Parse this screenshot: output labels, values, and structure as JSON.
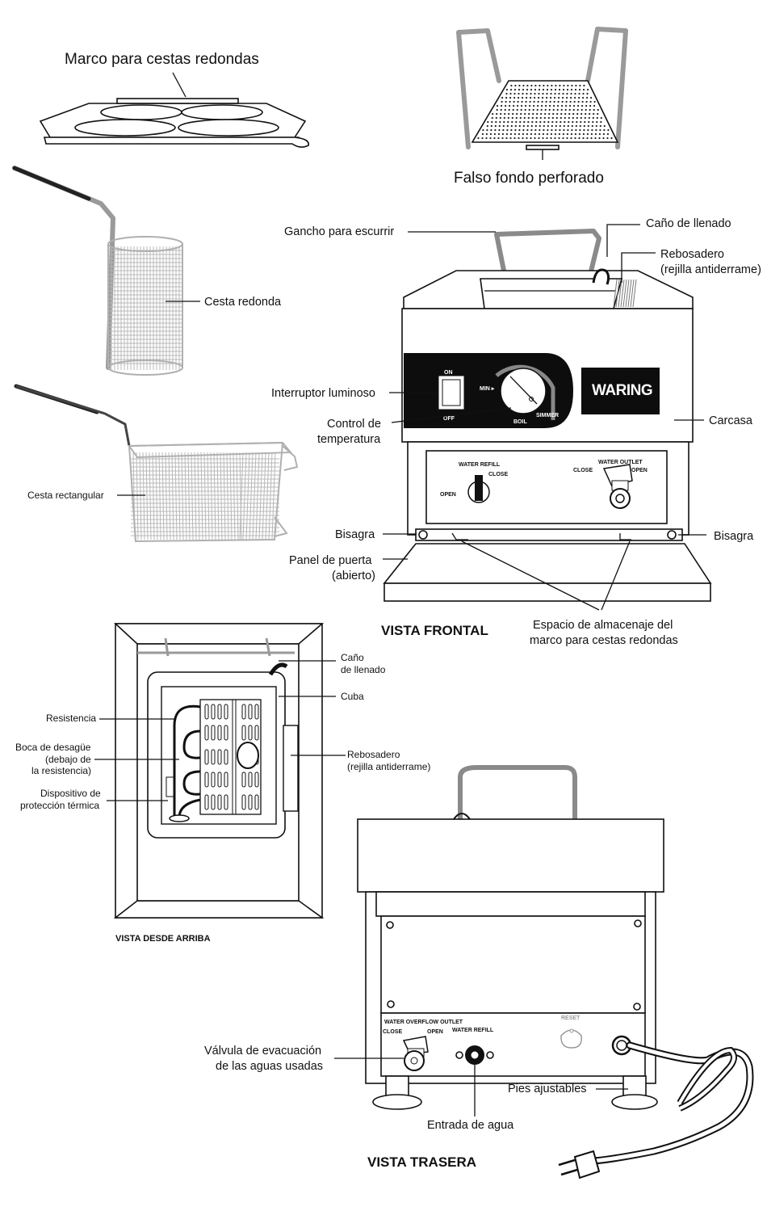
{
  "labels": {
    "marco_cestas": "Marco para cestas redondas",
    "falso_fondo": "Falso fondo perforado",
    "cesta_redonda": "Cesta redonda",
    "cesta_rectangular": "Cesta rectangular",
    "gancho": "Gancho para escurrir",
    "cano_llenado": "Caño de llenado",
    "rebosadero_1": "Rebosadero",
    "rebosadero_2": "(rejilla antiderrame)",
    "interruptor": "Interruptor luminoso",
    "control_1": "Control de",
    "control_2": "temperatura",
    "carcasa": "Carcasa",
    "bisagra_left": "Bisagra",
    "bisagra_right": "Bisagra",
    "panel_1": "Panel de puerta",
    "panel_2": "(abierto)",
    "espacio_1": "Espacio de almacenaje del",
    "espacio_2": "marco para cestas redondas",
    "top_cano_1": "Caño",
    "top_cano_2": "de llenado",
    "top_cuba": "Cuba",
    "top_resistencia": "Resistencia",
    "top_boca_1": "Boca de desagüe",
    "top_boca_2": "(debajo de",
    "top_boca_3": "la resistencia)",
    "top_rebosadero_1": "Rebosadero",
    "top_rebosadero_2": "(rejilla antiderrame)",
    "top_dispositivo_1": "Dispositivo de",
    "top_dispositivo_2": "protección térmica",
    "valvula_1": "Válvula de evacuación",
    "valvula_2": "de las aguas usadas",
    "pies": "Pies ajustables",
    "entrada": "Entrada de agua"
  },
  "titles": {
    "frontal": "VISTA FRONTAL",
    "arriba": "VISTA DESDE ARRIBA",
    "trasera": "VISTA TRASERA"
  },
  "panel_text": {
    "on": "ON",
    "off": "OFF",
    "min": "MIN ▸",
    "boil": "BOIL",
    "simmer": "SIMMER",
    "brand": "WARING",
    "water_refill": "WATER REFILL",
    "close": "CLOSE",
    "open": "OPEN",
    "water_outlet": "WATER OUTLET",
    "close2": "CLOSE",
    "open2": "OPEN"
  },
  "rear_text": {
    "overflow": "WATER OVERFLOW OUTLET",
    "close": "CLOSE",
    "open": "OPEN",
    "refill": "WATER REFILL",
    "reset": "RESET"
  }
}
